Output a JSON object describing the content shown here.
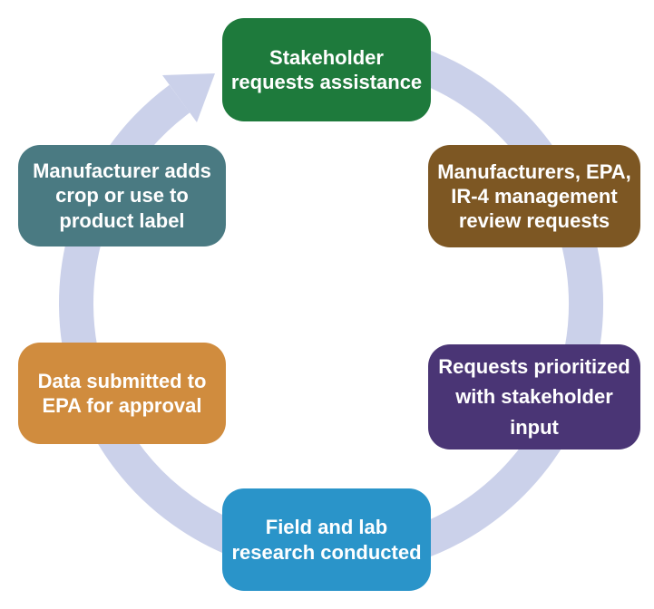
{
  "diagram": {
    "background_color": "#ffffff",
    "arrow": {
      "name": "clockwise-cycle-arrow",
      "color": "#cbd1ea"
    },
    "steps": [
      {
        "id": "stakeholder-requests-assistance",
        "label": "Stakeholder\nrequests assistance",
        "color": "#1e7a3c",
        "position": "top"
      },
      {
        "id": "manufacturers-epa-ir4-review",
        "label": "Manufacturers, EPA,\nIR-4 management\nreview requests",
        "color": "#7d5723",
        "position": "top-right"
      },
      {
        "id": "requests-prioritized",
        "label": "Requests prioritized\nwith stakeholder\ninput",
        "color": "#4a3575",
        "position": "bottom-right"
      },
      {
        "id": "field-lab-research",
        "label": "Field and lab\nresearch conducted",
        "color": "#2a94c9",
        "position": "bottom"
      },
      {
        "id": "data-submitted-epa",
        "label": "Data submitted to\nEPA for approval",
        "color": "#d08c3e",
        "position": "bottom-left"
      },
      {
        "id": "manufacturer-adds-label",
        "label": "Manufacturer adds\ncrop or use to\nproduct label",
        "color": "#4a7a82",
        "position": "top-left"
      }
    ]
  }
}
